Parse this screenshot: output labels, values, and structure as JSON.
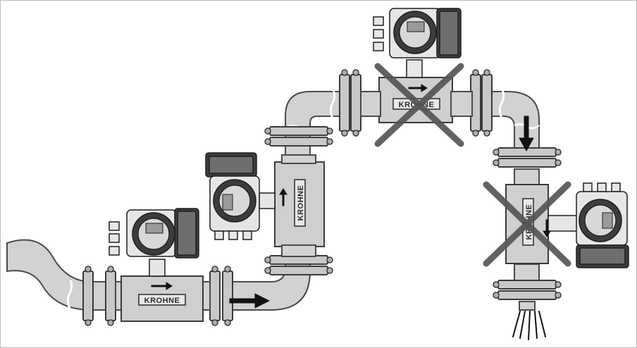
{
  "figure": {
    "brand_label": "KROHNE",
    "meters": [
      {
        "id": "meter-horizontal-bottom",
        "orientation": "horizontal",
        "acceptable": true
      },
      {
        "id": "meter-vertical-upflow",
        "orientation": "vertical",
        "acceptable": true
      },
      {
        "id": "meter-horizontal-top",
        "orientation": "horizontal",
        "acceptable": false
      },
      {
        "id": "meter-vertical-downflow",
        "orientation": "vertical",
        "acceptable": false
      }
    ],
    "flow_arrows": [
      "right",
      "up",
      "right",
      "down",
      "down"
    ],
    "colors": {
      "pipe": "#d2d2d2",
      "cross": "#555555",
      "housing_dark": "#3c3c3c",
      "background": "#ffffff"
    }
  }
}
